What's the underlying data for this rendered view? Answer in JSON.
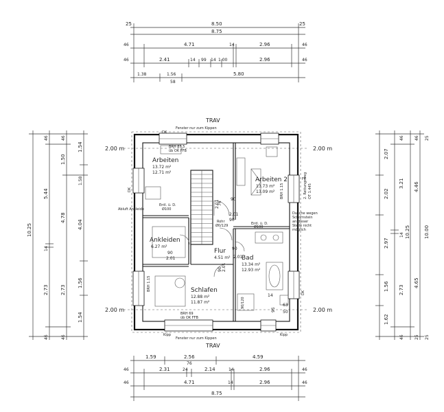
{
  "labels": {
    "trav_top": "TRAV",
    "trav_bottom": "TRAV",
    "window_top": "Fenster nur zum Kippen",
    "window_bottom": "Fenster nur zum Kippen",
    "level_left_top": "2.00 m",
    "level_right_top": "2.00 m",
    "level_left_bottom": "2.00 m",
    "level_right_bottom": "2.00 m",
    "kippen_bl": "Kipp",
    "kippen_br": "Kipp",
    "dk_top": "DK",
    "dk_left": "DK",
    "dk_right": "DK",
    "aufzug": "Abluft Ankleide",
    "dusche_note_1": "Dusche wegen",
    "dusche_note_2": "Schornstein",
    "dusche_note_3": "an dieser",
    "dusche_note_4": "Stelle nicht",
    "dusche_note_5": "möglich",
    "brh_top": "BRH 87.5",
    "brh_top2": "üb OK FFB",
    "brh_bottom": "BRH 69",
    "brh_bottom2": "üb OK FFB",
    "brh_right": "BRH 1.15",
    "ff_label": "FF",
    "ff_sub": "2. Rettungsweg",
    "ff_ot": "OT 1.445",
    "entl": "Entl. ü. D.",
    "entl_size": "Ø100",
    "entl2": "Entl. ü. D.",
    "entl2_size": "Ø100",
    "rohr": "Rohr",
    "rohr_size": "Ø0/129",
    "dusche_size": "90/120",
    "door_2_01_a": "2.01",
    "door_2_01_b": "2.01",
    "door_2_01_c": "2.01",
    "door_2_01_d": "2.01",
    "door_2_01_e": "2.01",
    "door_90_a": "90",
    "door_90_b": "90",
    "door_90_c": "90",
    "door_90_d": "90",
    "door_90_e": "90",
    "door_76": "76",
    "door_95": "95",
    "n_145": "14",
    "n_63": "63",
    "n_50": "50"
  },
  "rooms": [
    {
      "name": "Arbeiten",
      "area1": "13.72 m²",
      "area2": "12.71 m²"
    },
    {
      "name": "Arbeiten 2",
      "area1": "13.73 m²",
      "area2": "13.09 m²"
    },
    {
      "name": "Ankleiden",
      "area1": "6.27 m²",
      "area2": ""
    },
    {
      "name": "Flur",
      "area1": "4.51 m²",
      "area2": ""
    },
    {
      "name": "Bad",
      "area1": "13.34 m²",
      "area2": "12.93 m²"
    },
    {
      "name": "Schlafen",
      "area1": "12.88 m²",
      "area2": "11.87 m²"
    }
  ],
  "dims_top": {
    "r1": [
      "25",
      "8.50",
      "25"
    ],
    "r2": [
      "8.75"
    ],
    "r3": [
      "46",
      "4.71",
      "14",
      "2.96",
      "46"
    ],
    "r4": [
      "46",
      "2.41",
      "14",
      "99",
      "14",
      "1.00",
      "2.96",
      "46"
    ],
    "r5": [
      "1.38",
      "1.56",
      "58",
      "5.80"
    ]
  },
  "dims_bottom": {
    "r1": [
      "1.59",
      "2.56",
      "76",
      "4.59"
    ],
    "r2": [
      "46",
      "2.31",
      "24",
      "2.14",
      "14",
      "2.96",
      "46"
    ],
    "r3": [
      "46",
      "4.71",
      "14",
      "2.96",
      "46"
    ],
    "r4": [
      "8.75"
    ]
  },
  "dims_left": {
    "c1": [
      "10.25"
    ],
    "c2": [
      "46",
      "5.44",
      "14",
      "2.73",
      "46"
    ],
    "c3": [
      "46",
      "1.50",
      "4.78",
      "2.73",
      "46"
    ],
    "c4": [
      "1.54",
      "1.58",
      "4.04",
      "1.56",
      "1.54"
    ]
  },
  "dims_right": {
    "c1": [
      "2.07",
      "2.02",
      "2.97",
      "1.56",
      "1.62"
    ],
    "c2": [
      "46",
      "3.21",
      "14",
      "2.73",
      "46"
    ],
    "c3": [
      "46",
      "4.46",
      "4.65",
      "25"
    ],
    "c4": [
      "25",
      "10.25",
      "10.00",
      "25"
    ]
  }
}
